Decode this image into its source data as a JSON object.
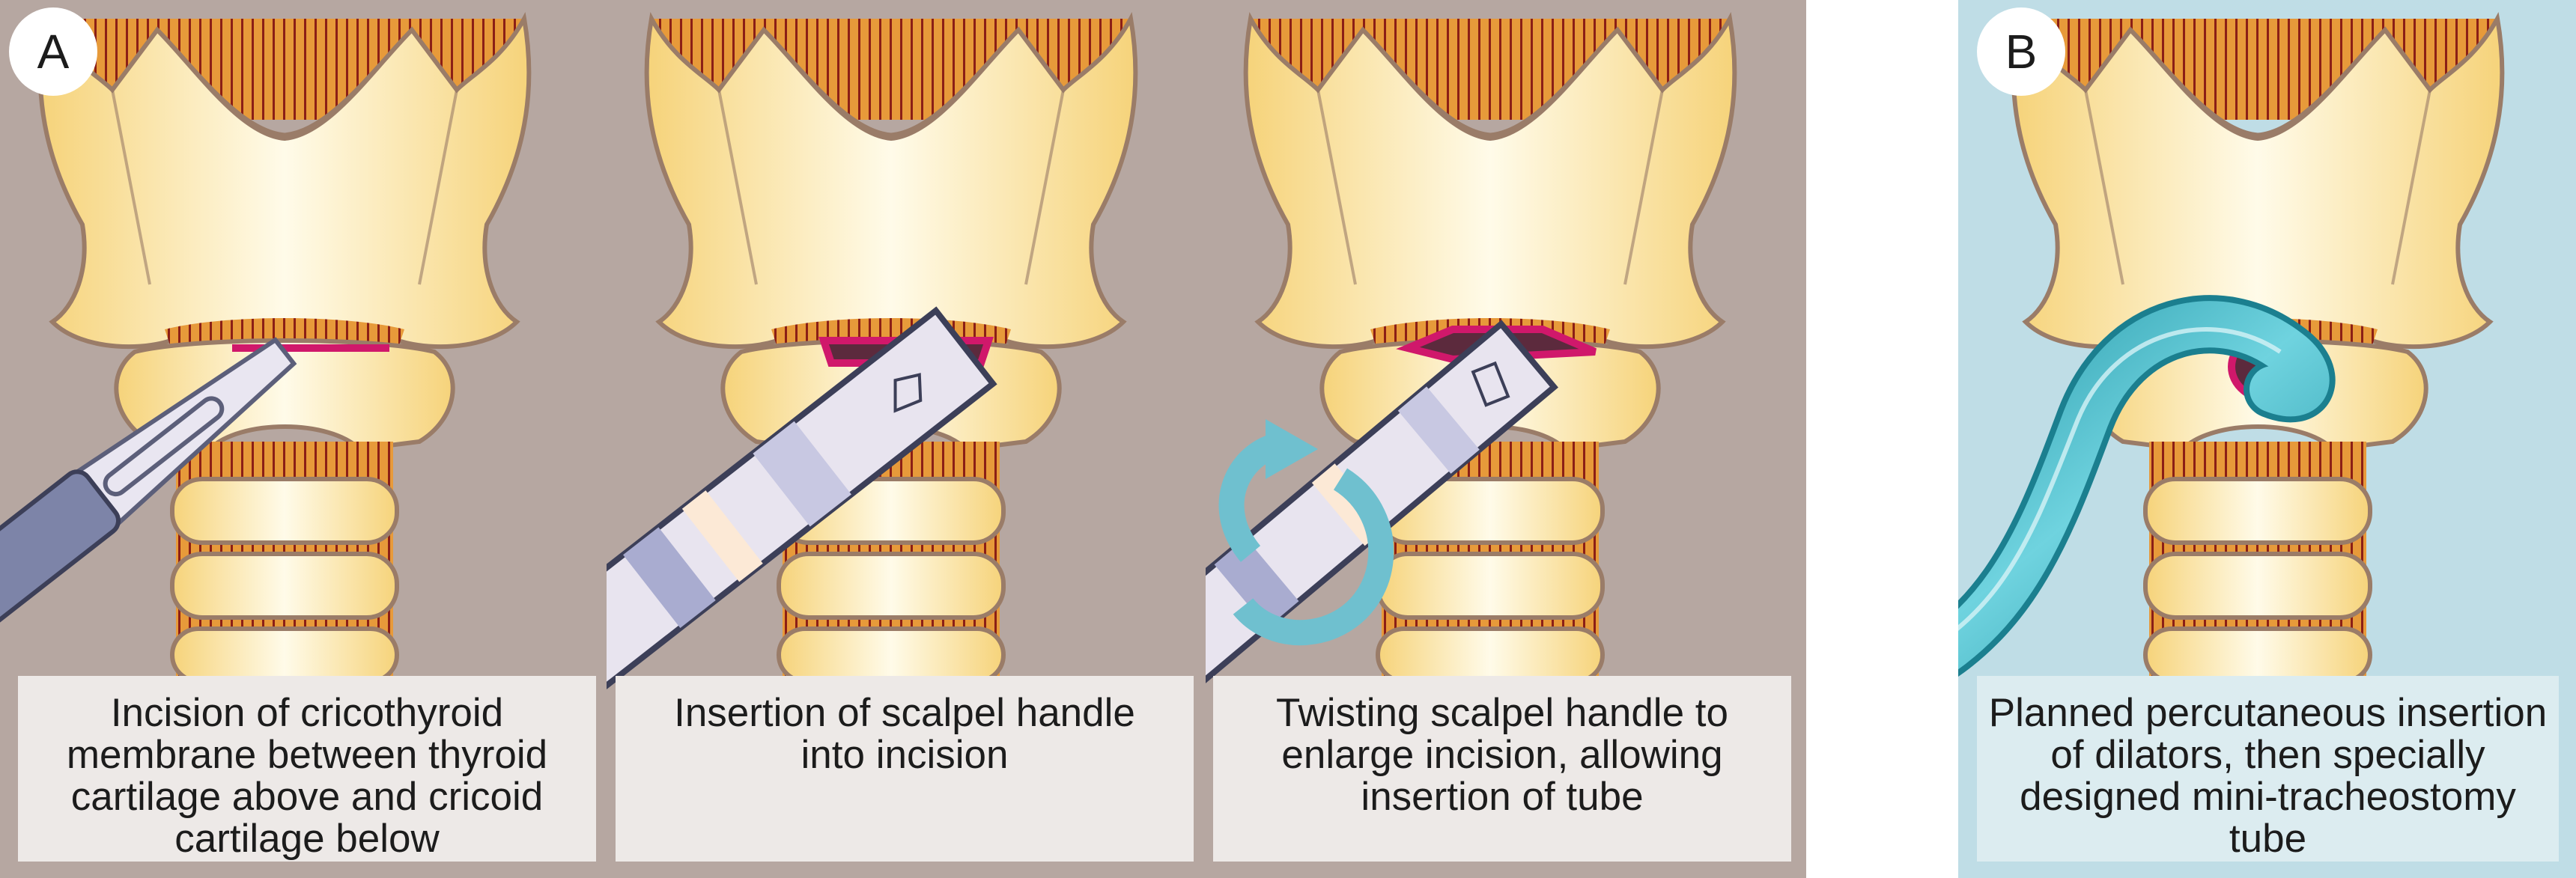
{
  "colors": {
    "background_a": "#b6a7a1",
    "background_b": "#bfdde6",
    "cartilage": "#fbe6a0",
    "cartilage_outline": "#9a7c68",
    "muscle": "#e79a3a",
    "muscle_lines": "#8b1f16",
    "incision": "#d0186b",
    "scalpel": "#5c5f7a",
    "tube": "#27a7b8",
    "arrow": "#6fc0cf",
    "caption_bg": "#ede9e7"
  },
  "panel_a": {
    "label": "A",
    "steps": [
      {
        "caption": "Incision of cricothyroid\nmembrane between thyroid\ncartilage above and cricoid\ncartilage below"
      },
      {
        "caption": "Insertion of scalpel handle\ninto incision"
      },
      {
        "caption": "Twisting scalpel handle to\nenlarge incision, allowing\ninsertion of tube"
      }
    ]
  },
  "panel_b": {
    "label": "B",
    "caption": "Planned percutaneous insertion\nof dilators, then specially\ndesigned mini-tracheostomy\ntube"
  }
}
